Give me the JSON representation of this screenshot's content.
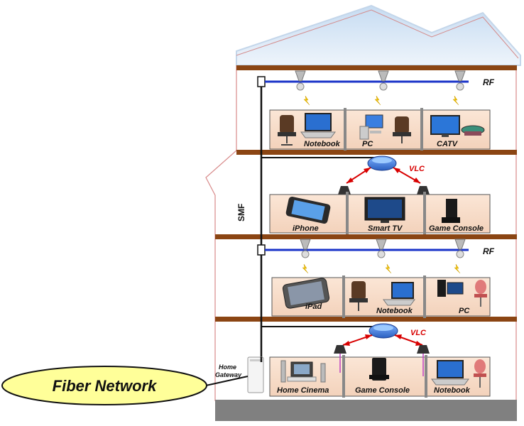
{
  "diagram": {
    "fiber_network": "Fiber Network",
    "home_gateway_line1": "Home",
    "home_gateway_line2": "Gateway",
    "smf": "SMF",
    "floors": [
      {
        "technology": "RF",
        "devices": [
          "Notebook",
          "PC",
          "CATV"
        ]
      },
      {
        "technology": "VLC",
        "devices": [
          "iPhone",
          "Smart TV",
          "Game Console"
        ]
      },
      {
        "technology": "RF",
        "devices": [
          "iPad",
          "Notebook",
          "PC"
        ]
      },
      {
        "technology": "VLC",
        "devices": [
          "Home Cinema",
          "Game Console",
          "Notebook"
        ]
      }
    ],
    "colors": {
      "floor_slab": "#8b4513",
      "room": "#f7dcc8",
      "rf_line": "#1a33c8",
      "vlc_beam": "#d80000",
      "fiber_ellipse": "#ffff99",
      "ground": "#808080",
      "roof": "#dce9f7"
    }
  }
}
